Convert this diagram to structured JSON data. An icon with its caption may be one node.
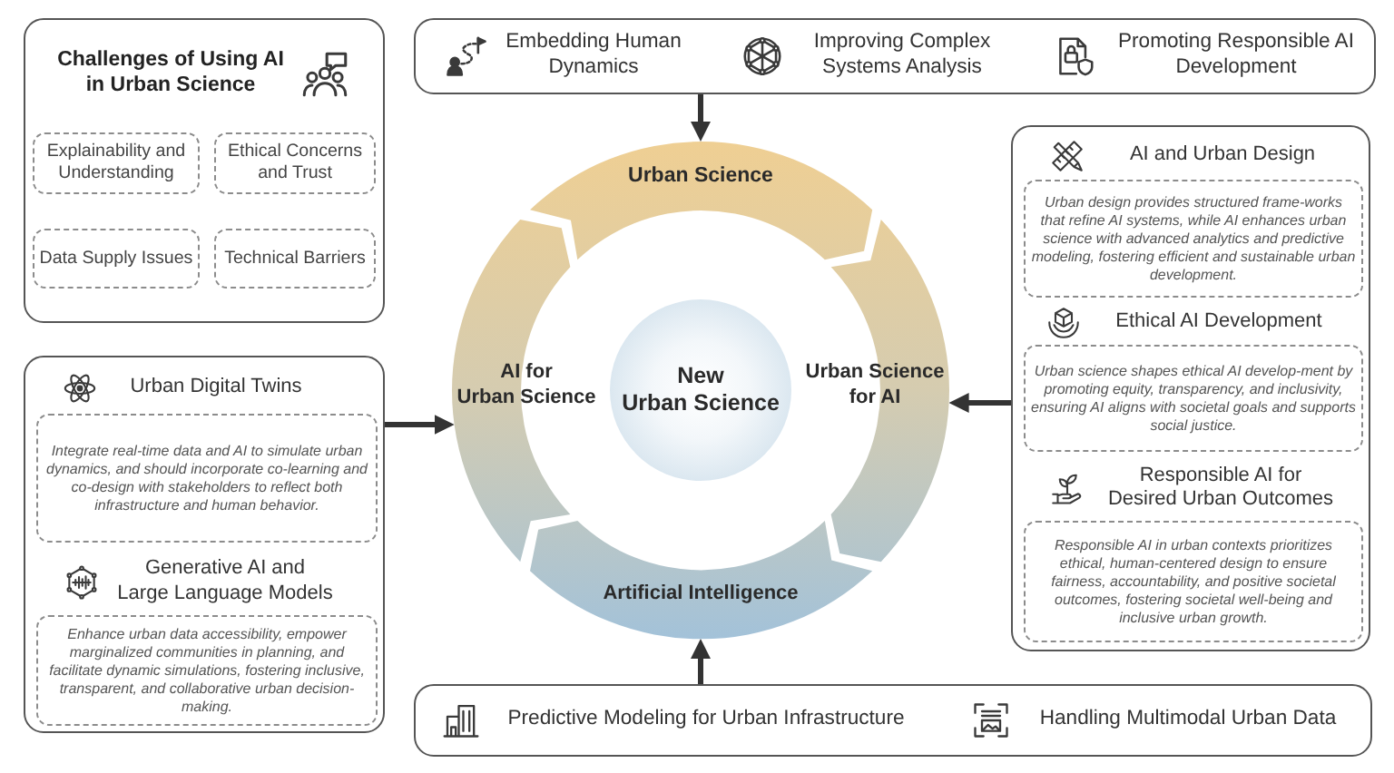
{
  "diagram": {
    "nodes": [
      {
        "text": [
          "Challenges of Using AI in Urban Science"
        ]
      },
      {
        "text": [
          "Explainability and Understanding"
        ],
        "in": 0
      },
      {
        "text": [
          "Ethical Concerns and Trust"
        ],
        "in": 0
      },
      {
        "text": [
          "Data Supply Issues"
        ],
        "in": 0
      },
      {
        "text": [
          "Technical Barriers"
        ],
        "in": 0
      },
      {
        "text": [
          "Embedding Human Dynamics",
          "Improving Complex Systems Analysis",
          "Promoting Responsible AI Development"
        ]
      },
      {
        "text": [],
        "shape": "box"
      },
      {
        "text": [
          "AI and Urban Design",
          "Urban design provides structured frame-works that refine AI systems, while AI enhances urban science with advanced analytics and predictive modeling, fostering efficient and sustainable urban development."
        ],
        "in": 6
      },
      {
        "text": [
          "Ethical AI Development",
          "Urban science shapes ethical AI develop-ment by promoting equity, transparency, and inclusivity, ensuring AI aligns with societal goals and supports social justice."
        ],
        "in": 6
      },
      {
        "text": [
          "Responsible AI for Desired Urban Outcomes",
          "Responsible AI in urban contexts prioritizes ethical, human-centered design to ensure fairness, accountability, and positive societal outcomes, fostering societal well-being and inclusive urban growth."
        ],
        "in": 6
      },
      {
        "text": [
          "Urban Science"
        ]
      },
      {
        "text": [
          "AI for Urban Science"
        ]
      },
      {
        "text": [
          "New Urban Science"
        ]
      },
      {
        "text": [
          "Urban Science for AI"
        ]
      },
      {
        "text": [],
        "shape": "box"
      },
      {
        "text": [
          "Urban Digital Twins",
          "Integrate real-time data and AI to simulate urban dynamics, and should incorporate co-learning and co-design with stakeholders to reflect both infrastructure and human behavior."
        ],
        "in": 14
      },
      {
        "text": [
          "Generative AI and Large Language Models",
          "Enhance urban data accessibility, empower marginalized communities in planning, and facilitate dynamic simulations, fostering inclusive, transparent, and collaborative urban decision-making."
        ],
        "in": 14
      },
      {
        "text": [
          "Artificial Intelligence"
        ]
      },
      {
        "text": [
          "Predictive Modeling for Urban Infrastructure",
          "Handling Multimodal Urban Data"
        ]
      }
    ],
    "edges": [
      {
        "from": 5,
        "to": 10,
        "arrow": "to"
      },
      {
        "from": 6,
        "to": 13,
        "arrow": "to"
      },
      {
        "from": 14,
        "to": 11,
        "arrow": "to"
      },
      {
        "from": 18,
        "to": 17,
        "arrow": "to"
      }
    ]
  }
}
